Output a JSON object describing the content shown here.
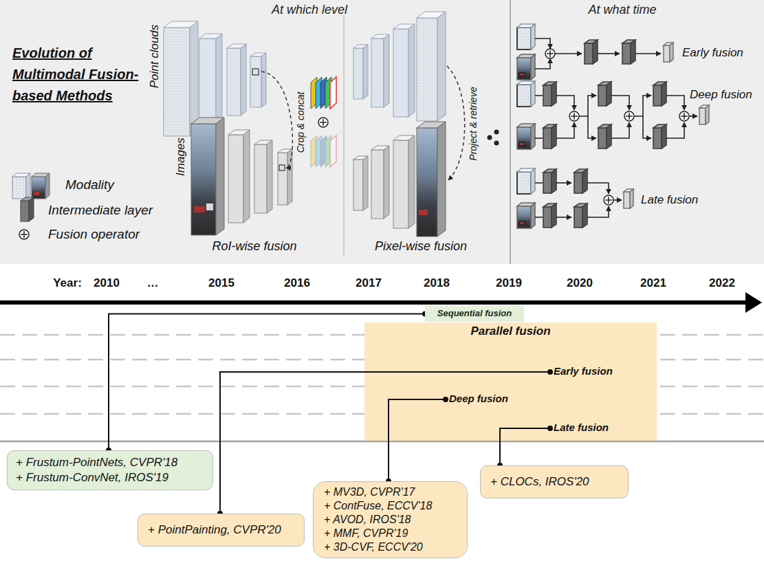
{
  "diagram": {
    "title": "Evolution of Multimodal Fusion-based Methods",
    "nodes": [
      {
        "text": [
          "Sequential fusion"
        ]
      },
      {
        "text": [
          "Parallel fusion"
        ]
      },
      {
        "text": [
          "Early fusion"
        ],
        "in": 1
      },
      {
        "text": [
          "Deep fusion"
        ],
        "in": 1
      },
      {
        "text": [
          "Late fusion"
        ],
        "in": 1
      },
      {
        "text": [
          "+ Frustum-PointNets, CVPR'18",
          "+ Frustum-ConvNet, IROS'19"
        ]
      },
      {
        "text": [
          "+ PointPainting, CVPR'20"
        ]
      },
      {
        "text": [
          "+ MV3D, CVPR'17",
          "+ ContFuse, ECCV'18",
          "+ AVOD, IROS'18",
          "+ MMF, CVPR'19",
          "+ 3D-CVF, ECCV'20"
        ]
      },
      {
        "text": [
          "+ CLOCs, IROS'20"
        ]
      }
    ],
    "edges": [
      {
        "from": 5,
        "to": 0,
        "arrow": "none"
      },
      {
        "from": 6,
        "to": 2,
        "arrow": "none"
      },
      {
        "from": 7,
        "to": 3,
        "arrow": "none"
      },
      {
        "from": 8,
        "to": 4,
        "arrow": "none"
      }
    ],
    "labels": [
      "At which level",
      "At what time",
      "Point clouds",
      "Images",
      "Crop & concat",
      "Project & retrieve",
      "RoI-wise fusion",
      "Pixel-wise fusion",
      "Early fusion",
      "Deep fusion",
      "Late fusion",
      "Year:",
      "2010",
      "…",
      "2015",
      "2016",
      "2017",
      "2018",
      "2019",
      "2020",
      "2021",
      "2022"
    ],
    "legend": [
      {
        "text": "Modality"
      },
      {
        "text": "Intermediate layer"
      },
      {
        "text": "Fusion operator"
      }
    ]
  }
}
